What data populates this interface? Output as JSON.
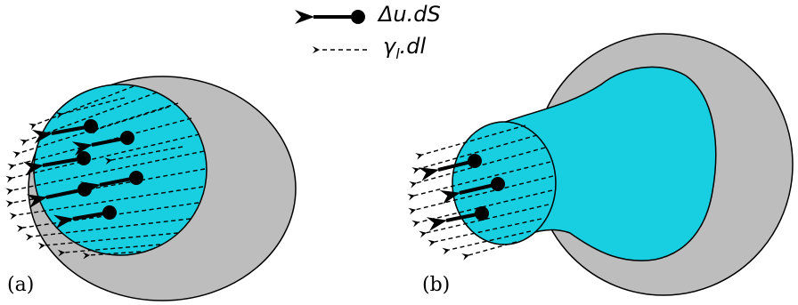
{
  "legend": {
    "big_arrow_label": "Δu.dS",
    "dashed_arrow_label_main": "γ",
    "dashed_arrow_label_sub": "l",
    "dashed_arrow_label_rest": ".dl"
  },
  "panels": [
    {
      "label": "(a)"
    },
    {
      "label": "(b)"
    }
  ],
  "colors": {
    "outer_body": "#bdbdbd",
    "inner_region": "#17cfe0",
    "stroke": "#000000"
  }
}
